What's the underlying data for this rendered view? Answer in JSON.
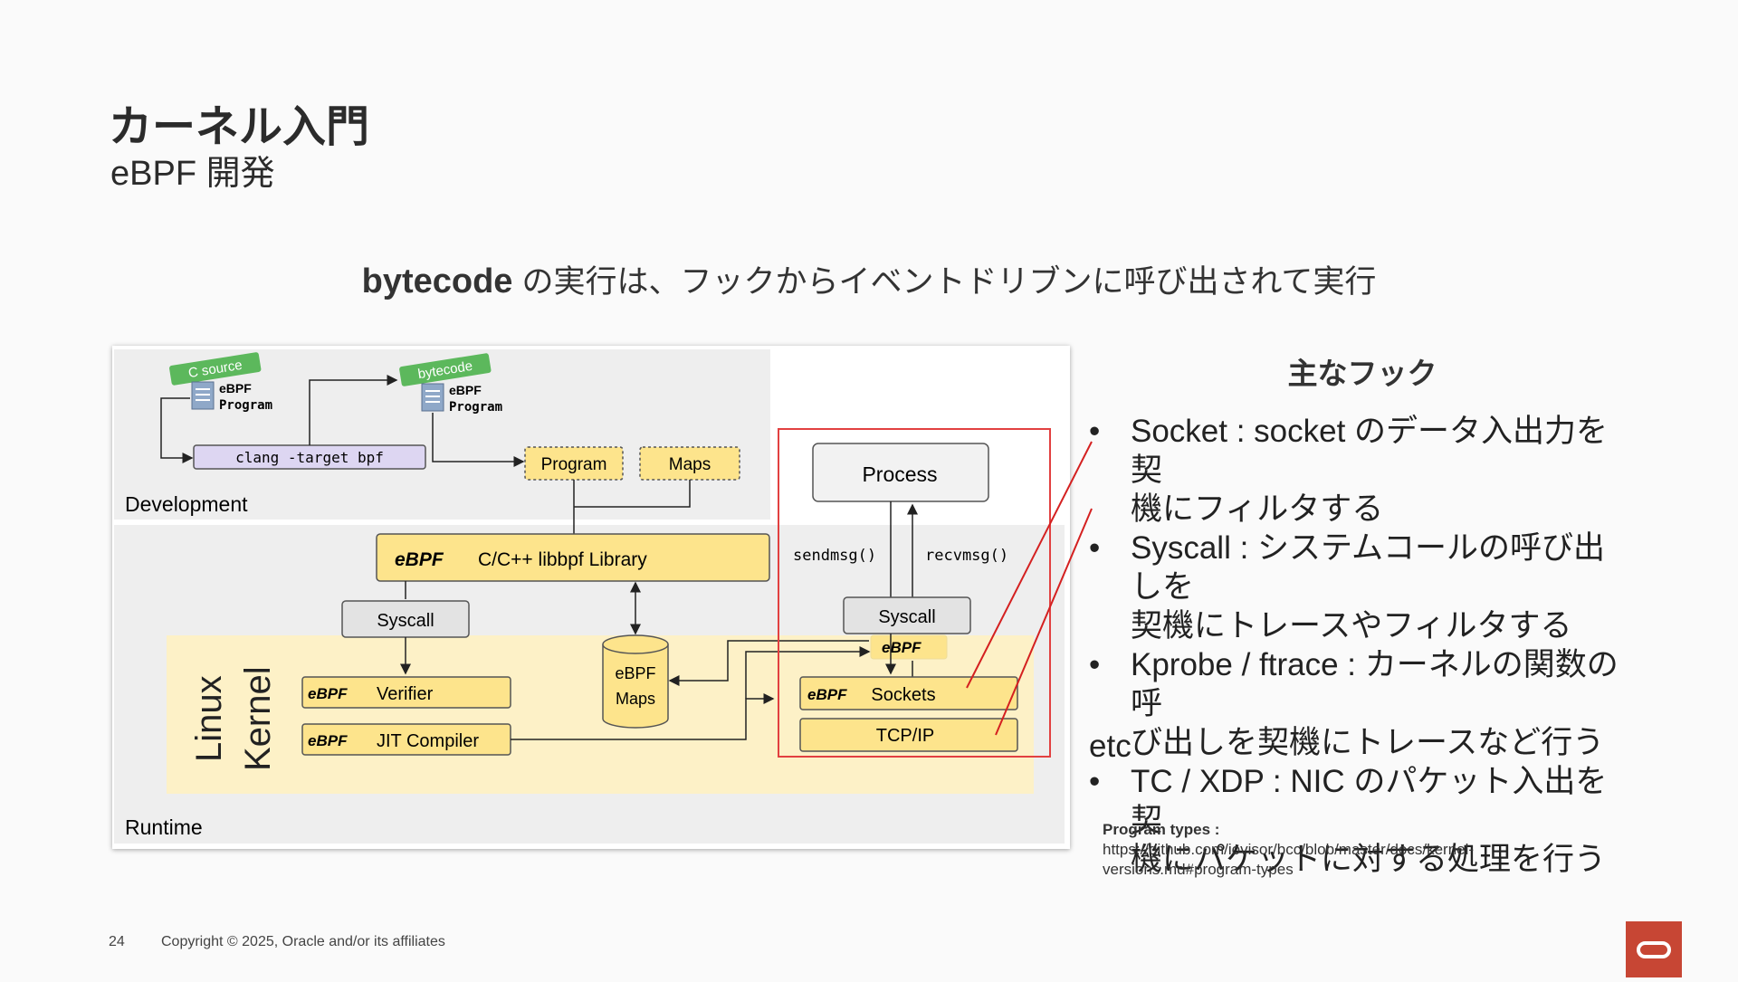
{
  "header": {
    "title": "カーネル入門",
    "subtitle": "eBPF 開発"
  },
  "lead": {
    "strong": "bytecode",
    "rest": "の実行は、フックからイベントドリブンに呼び出されて実行"
  },
  "diagram": {
    "c_source_tag": "C source",
    "bytecode_tag": "bytecode",
    "file1_line1": "eBPF",
    "file1_line2": "Program",
    "file2_line1": "eBPF",
    "file2_line2": "Program",
    "clang": "clang -target bpf",
    "program": "Program",
    "maps": "Maps",
    "development": "Development",
    "libbpf": "C/C++ libbpf Library",
    "syscall_left": "Syscall",
    "ebpf_maps_l1": "eBPF",
    "ebpf_maps_l2": "Maps",
    "linux": "Linux",
    "kernel": "Kernel",
    "verifier": "Verifier",
    "jit": "JIT Compiler",
    "runtime": "Runtime",
    "process": "Process",
    "sendmsg": "sendmsg()",
    "recvmsg": "recvmsg()",
    "syscall_right": "Syscall",
    "sockets": "Sockets",
    "tcpip": "TCP/IP",
    "ebpf_logo": "eBPF"
  },
  "hooks": {
    "title": "主なフック",
    "bullet": "•",
    "items": [
      {
        "line1": "Socket : socket のデータ入出力を契",
        "line2": "機にフィルタする"
      },
      {
        "line1": "Syscall : システムコールの呼び出しを",
        "line2": "契機にトレースやフィルタする"
      },
      {
        "line1": "Kprobe / ftrace : カーネルの関数の呼",
        "line2": "び出しを契機にトレースなど行う"
      },
      {
        "line1": "TC / XDP : NIC のパケット入出を契",
        "line2": "機にパケットに対する処理を行う"
      }
    ],
    "etc": "etc"
  },
  "program_types": {
    "label": "Program types :",
    "url_line1": "https://github.com/iovisor/bcc/blob/master/docs/kernel-",
    "url_line2": "versions.md#program-types"
  },
  "footer": {
    "page": "24",
    "copyright": "Copyright © 2025, Oracle and/or its affiliates"
  }
}
